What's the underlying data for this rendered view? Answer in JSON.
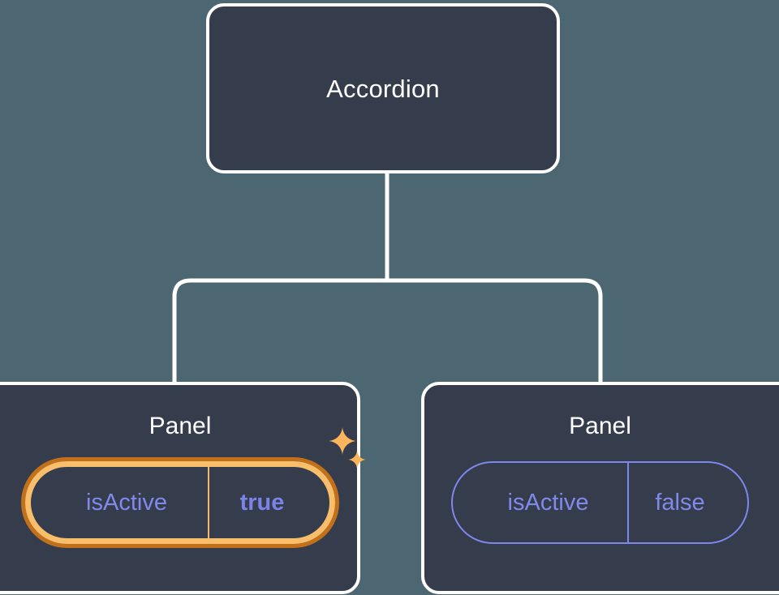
{
  "diagram": {
    "type": "component-tree",
    "background_color": "#4c6672",
    "node_fill": "#353c4c",
    "node_border": "#ffffff",
    "edge_color": "#ffffff",
    "accent_highlight": "#f9be6b",
    "accent_highlight_ring": "#c2711a",
    "prop_color": "#8189ec",
    "root": {
      "label": "Accordion"
    },
    "children": [
      {
        "label": "Panel",
        "highlighted": true,
        "prop": {
          "key": "isActive",
          "value": "true"
        },
        "sparkle_big": "sparkle-icon",
        "sparkle_small": "sparkle-icon"
      },
      {
        "label": "Panel",
        "highlighted": false,
        "prop": {
          "key": "isActive",
          "value": "false"
        }
      }
    ]
  }
}
